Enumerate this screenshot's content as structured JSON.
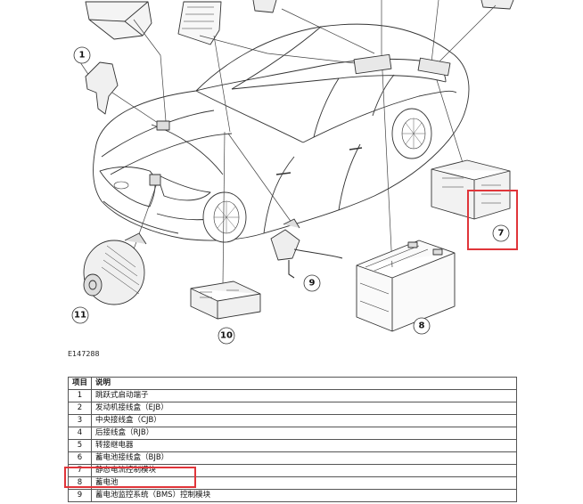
{
  "figure_id": "E147288",
  "callouts": {
    "c1": "1",
    "c7": "7",
    "c8": "8",
    "c9": "9",
    "c10": "10",
    "c11": "11"
  },
  "table": {
    "headers": [
      "项目",
      "说明"
    ],
    "rows": [
      {
        "num": "1",
        "desc": "跳跃式启动端子"
      },
      {
        "num": "2",
        "desc": "发动机接线盒（EJB）"
      },
      {
        "num": "3",
        "desc": "中央接线盒（CJB）"
      },
      {
        "num": "4",
        "desc": "后接线盒（RJB）"
      },
      {
        "num": "5",
        "desc": "转接继电器"
      },
      {
        "num": "6",
        "desc": "蓄电池接线盒（BJB）"
      },
      {
        "num": "7",
        "desc": "静态电流控制模块"
      },
      {
        "num": "8",
        "desc": "蓄电池"
      },
      {
        "num": "9",
        "desc": "蓄电池监控系统（BMS）控制模块"
      }
    ]
  },
  "colors": {
    "highlight": "#e0353a",
    "line": "#333333"
  }
}
